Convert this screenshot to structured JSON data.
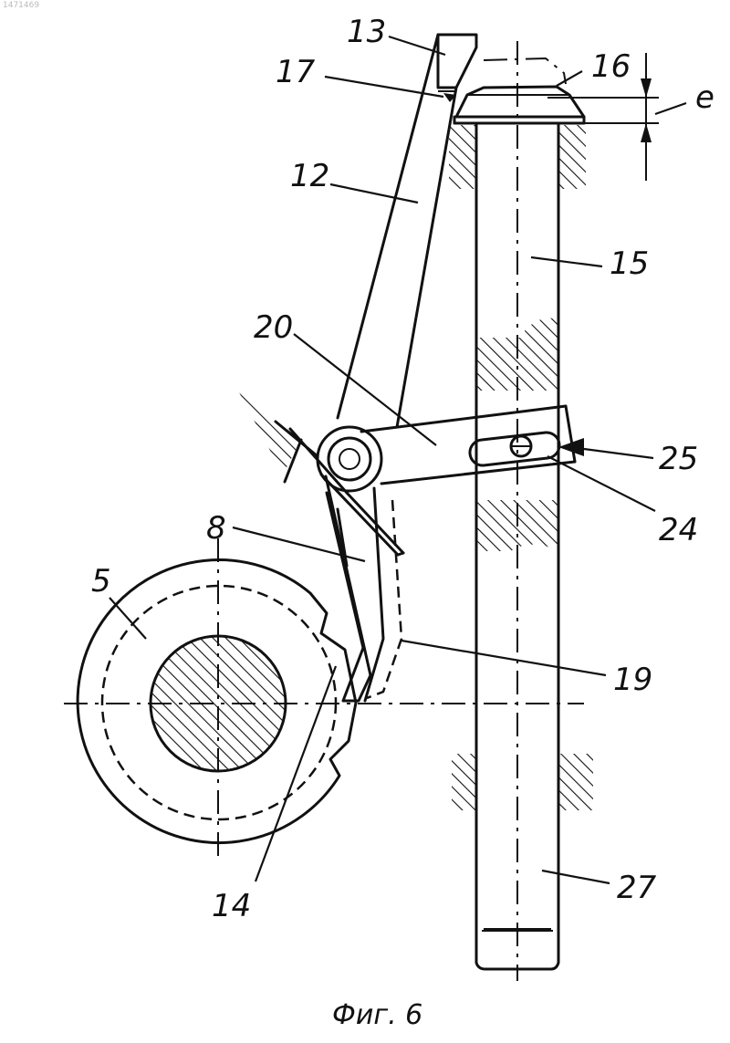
{
  "corner_number": "1471469",
  "caption": "Фиг. 6",
  "dimension_label": "e",
  "labels": {
    "l5": "5",
    "l8": "8",
    "l12": "12",
    "l13": "13",
    "l14": "14",
    "l15": "15",
    "l16": "16",
    "l17": "17",
    "l19": "19",
    "l20": "20",
    "l24": "24",
    "l25": "25",
    "l27": "27"
  }
}
